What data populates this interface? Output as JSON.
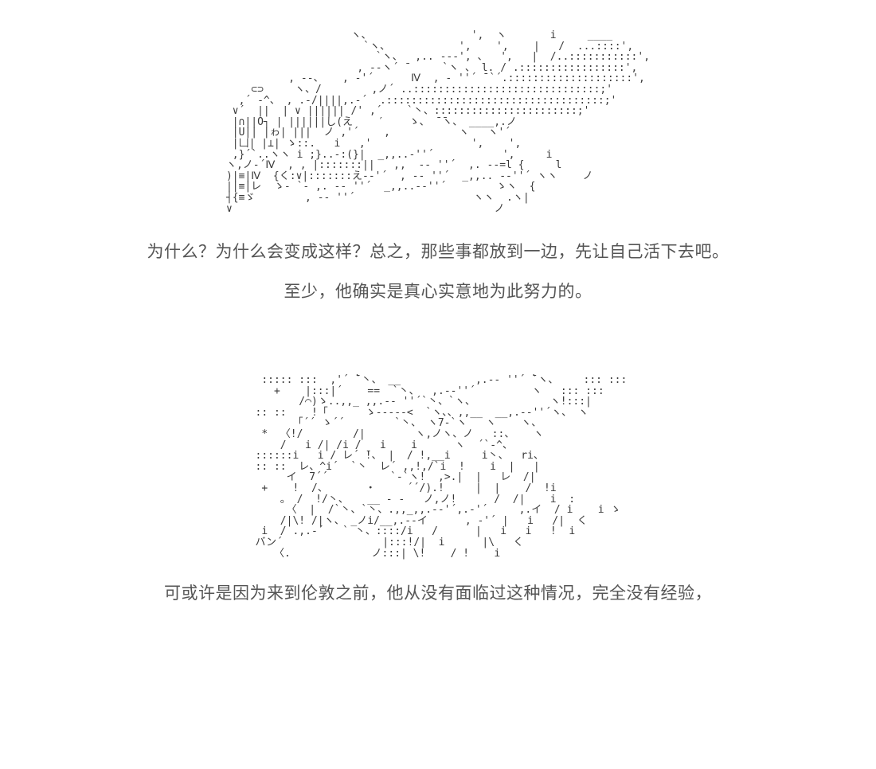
{
  "page": {
    "background_color": "#ffffff",
    "text_color": "#555555",
    "art_color": "#3a3a3a"
  },
  "art_1": {
    "name": "shinobu-ascii-art",
    "lines": [
      "                    ヽ、                ',  ヽ       i     ____",
      "                      `ヽ、           ',    ',    |   /  ...::::',",
      "                        `ヽ、  ,.. -‐-', 、  ',   |  /..:::::::::::',",
      "                     , -‐ヽ´ ̄      `ヽ 、 l. / .:::::::::::::::::',",
      "          , ‐-、   , ‐'´      Ⅳ  , ‐ ''´ ̄ `´.::::::::::::::::::::',",
      "    ⊂⊃     ヽ、/        ,ノ´ ..::::::::::::::::::::::::::::::;'",
      "  ,´ ‐^、 , .‐/||||,.‐´  .:::::::::::::::::::::::::::::::::::;'",
      " ∨´  ||  | ∨ |||||| /' ,´    `丶、:::::::::::::::::::::::;'",
      " |∩||O┐ | ||||||し(え    ′    ゝ、 ̄ ̄ヽ、 ____,.ノ",
      " |U|| |ゎ| |||  ノ ,'´    ,           ヽ   ヽ'´",
      " |凵| |⊥| ゝ::.   i   ,'                ',    ',",
      " ,}´`..ヽヽ i ;}..‐:(}|  _,,..-''´           ',     i",
      "ヽ,ノ‐´Ⅳ  , , |:::::::||   ,,  -‐ ''´  ,. -‐=l {     l",
      ")|≡|Ⅳ  {く:∨|:::::::え‐‐'´  , -‐ ''´  _,,.. -‐''´ ヽヽ    ノ",
      "||≡|レ  ゝ‐ `‐ ,. -‐ ''´  _,,..-‐''´        ゝヽ  {",
      "┤{≡ゞ        , -‐ ''´                   ヽヽ  .ヽ|",
      "∨                                          ノ"
    ],
    "raw_sample": "Japanese-style AA line drawing of a figure"
  },
  "narration_1": "为什么？为什么会变成这样？总之，那些事都放到一边，先让自己活下去吧。",
  "narration_2": "至少，他确实是真心实意地为此努力的。",
  "art_2": {
    "name": "girl-face-ascii-art",
    "onomatopoeia": "バン",
    "lines": [
      "  ::::: :::  ,'´ ̄`丶、 __            ,.-‐ ''´ ̄`ヽ、    ::: :::",
      "    +    |:::|´    ==  `丶、  ,.-‐''´         ヽ   ::: :::",
      "        /⌒)ゝ..,,_ ,,.-‐ ''´`丶、`ヽ、            ヽ!:::|",
      " :: ::    !「      ゝ---‐‐<  `ヽ、、,,__  __,.-‐''´ヽ、 ヽ",
      "       「´´ ゝ´´        `丶、 ヽ7‐`ヽ   ヽ    ヽ、",
      "  *  〈!/        /|        ヽ,ノヽ、ノ   ::、   ヽ",
      "     /   i /| /i /   i    i      ヽ  ´`‐^、",
      " ::::::i   i / レ´ ̄!、 |  / !,__i     i丶、  ri、",
      " :: ::  レ、^i´  `丶  レ´ ,,!,/`i  !    i  |   |",
      "      イ  7´´          `‐`ヽ!  ,>.|  |   レ  /|",
      "  +    !  /、      ・     ´´/).!     |  |    /  !i",
      "     。 /  !/丶、   __ ‐ ‐   ノ,ノ!      /  /|    i  :",
      "      〈  |  /`丶、`丶、.,,_,,.-‐'´,.-'´     ,.イ  / i    i ゝ",
      "     /|\\! /|ヽ、 _ノi/__,.-‐イ      , ‐'´ |   i   /|  く",
      "  i  / .,.-´   ` 丶、::::/i   /      |   i   i   !  i",
      " バン´                |:::!/|  i      |\\   く",
      "    〈.             ノ:::| \\!    / !    i"
    ]
  },
  "narration_3": "可或许是因为来到伦敦之前，他从没有面临过这种情况，完全没有经验，"
}
